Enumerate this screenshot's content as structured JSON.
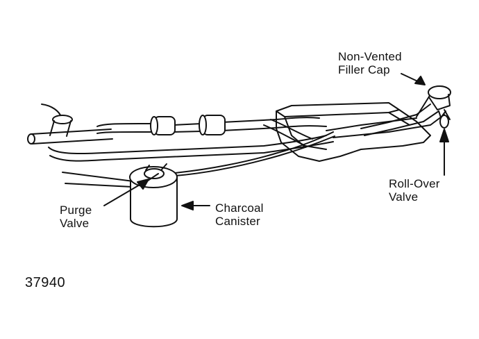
{
  "labels": {
    "filler_cap": [
      "Non-Vented",
      "Filler Cap"
    ],
    "roll_over_valve": [
      "Roll-Over",
      "Valve"
    ],
    "purge_valve": [
      "Purge",
      "Valve"
    ],
    "charcoal_canister": [
      "Charcoal",
      "Canister"
    ],
    "figure_number": "37940"
  },
  "colors": {
    "ink": "#111111",
    "paper": "#ffffff"
  }
}
